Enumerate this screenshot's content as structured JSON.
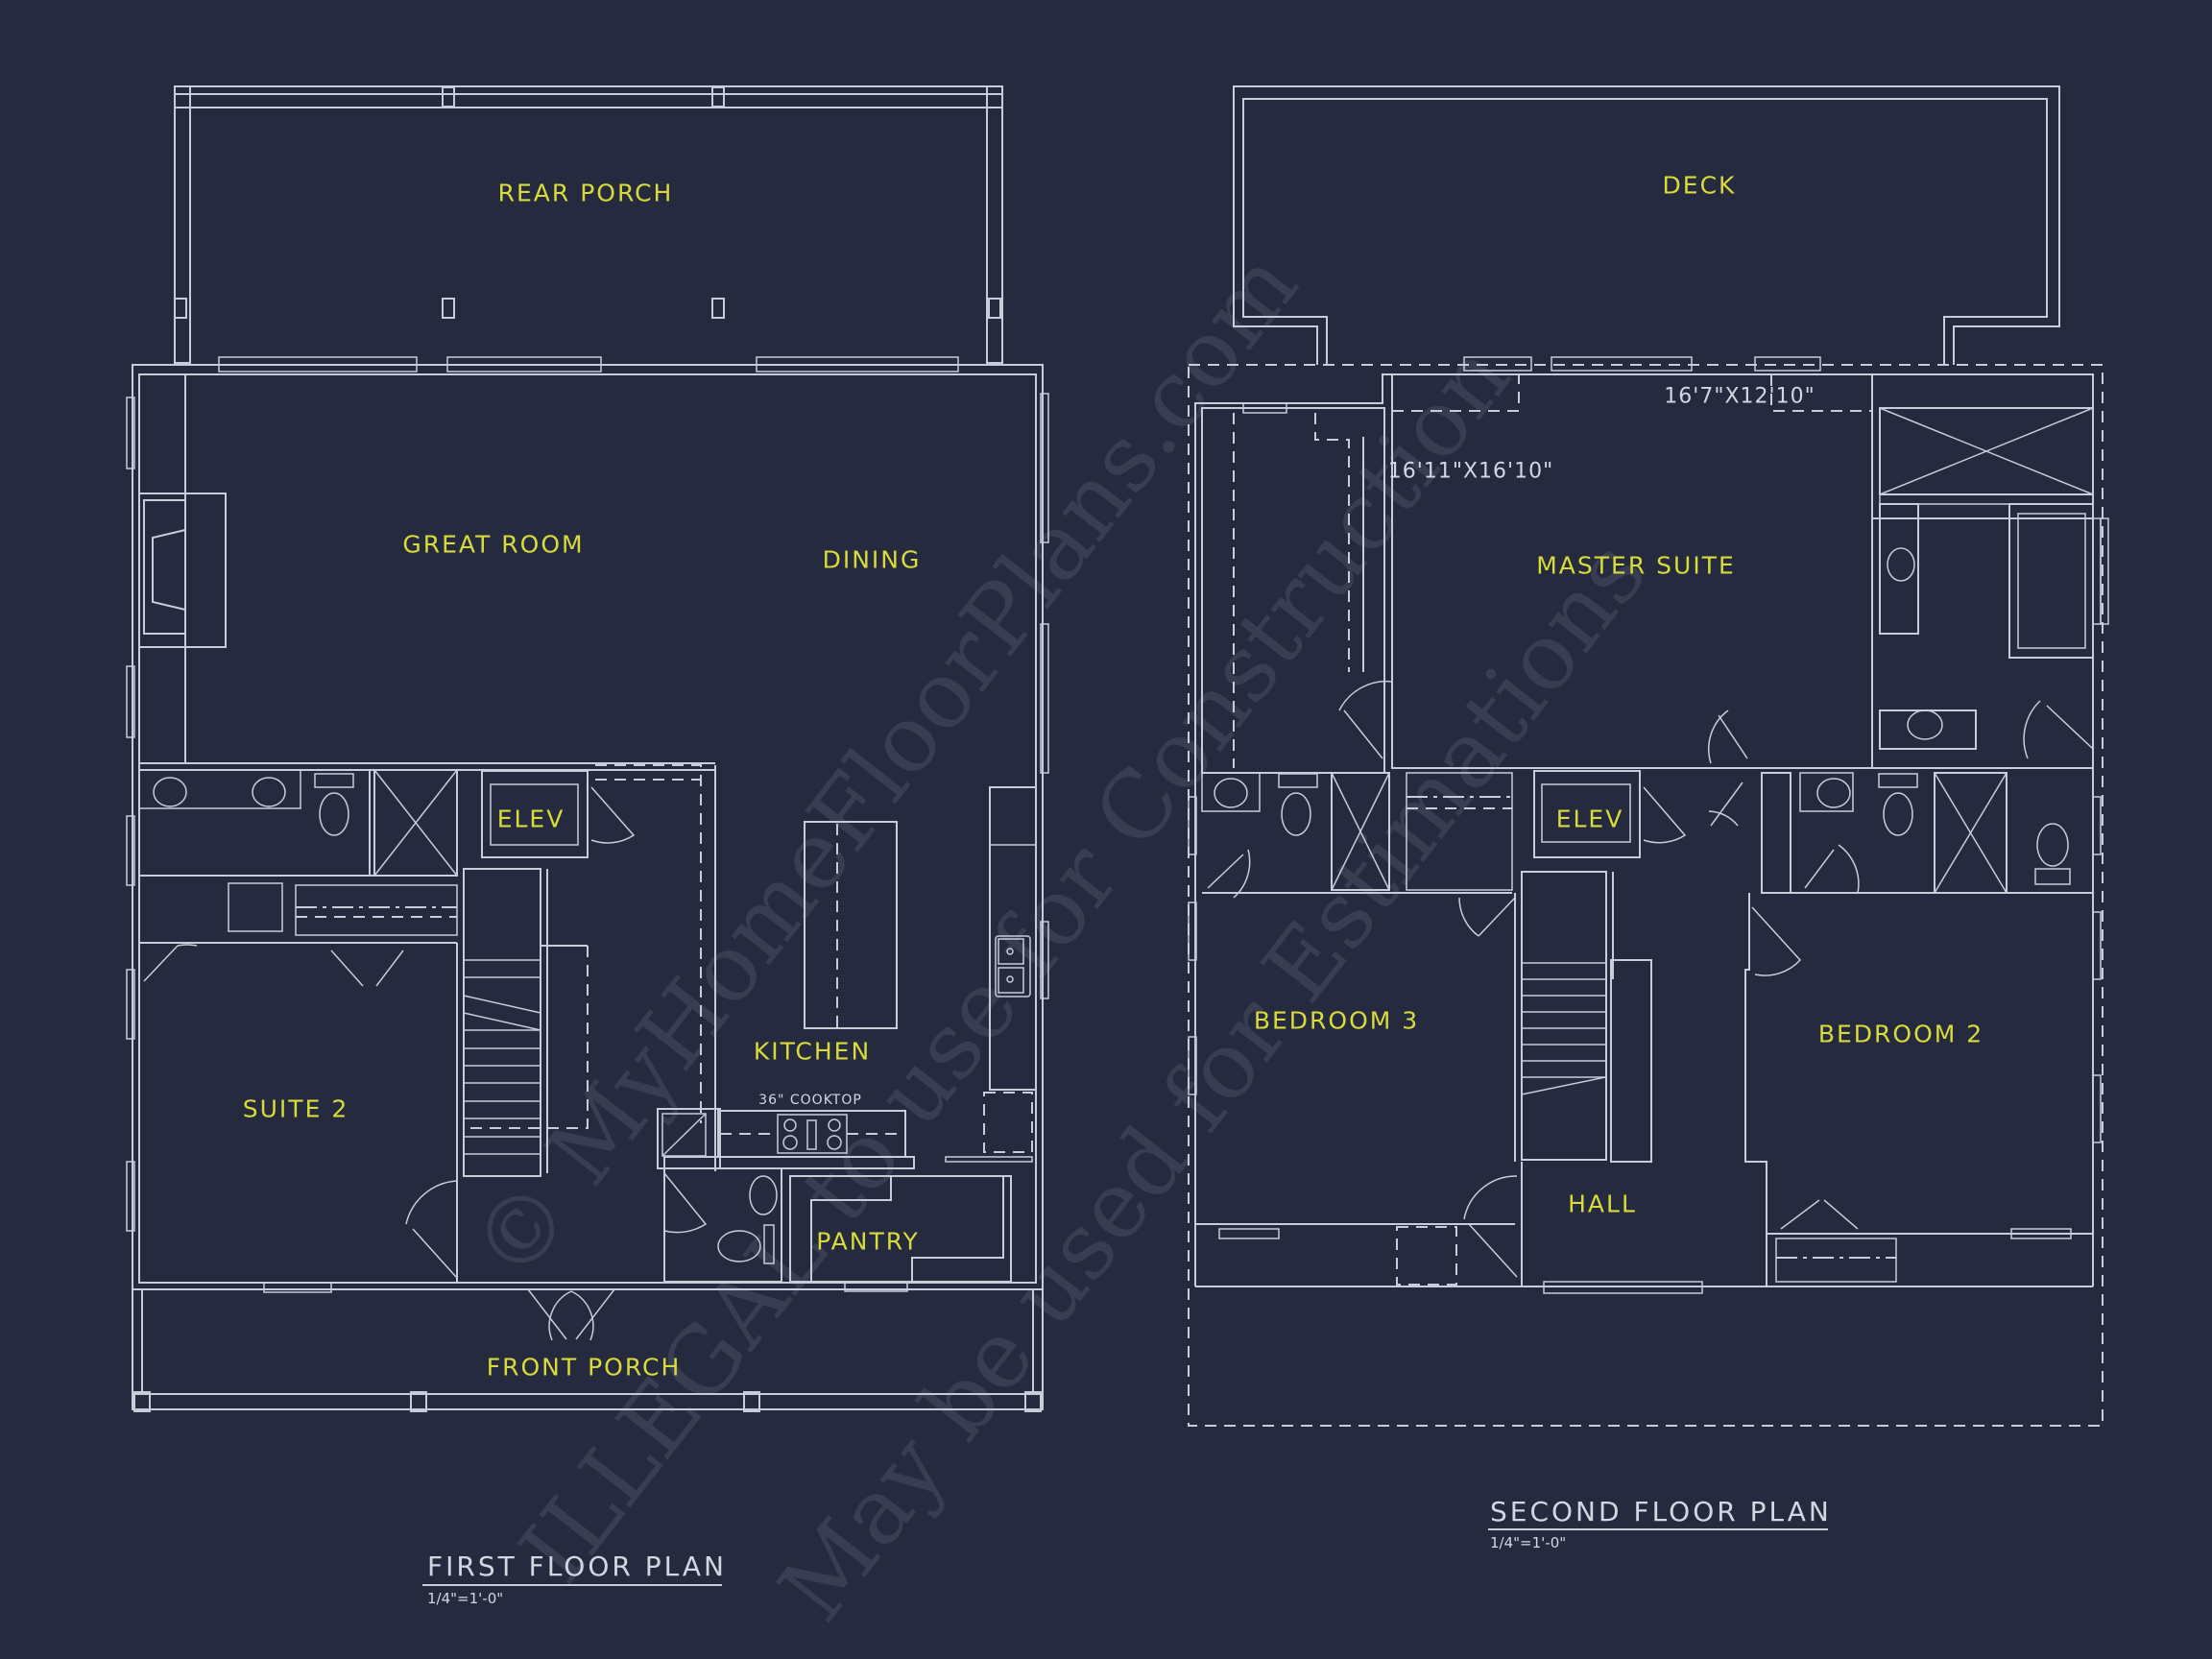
{
  "colors": {
    "background": "#252a3e",
    "linework": "#c9cdd9",
    "room_label": "#d8db3a",
    "annotation": "#d4d7e2"
  },
  "first_floor": {
    "title": "FIRST FLOOR PLAN",
    "scale": "1/4\"=1'-0\"",
    "rooms": {
      "rear_porch": "REAR PORCH",
      "great_room": "GREAT ROOM",
      "dining": "DINING",
      "elev": "ELEV",
      "kitchen": "KITCHEN",
      "suite_2": "SUITE 2",
      "pantry": "PANTRY",
      "front_porch": "FRONT PORCH"
    },
    "annotations": {
      "cooktop": "36\" COOKTOP"
    }
  },
  "second_floor": {
    "title": "SECOND FLOOR PLAN",
    "scale": "1/4\"=1'-0\"",
    "rooms": {
      "deck": "DECK",
      "master_suite": "MASTER SUITE",
      "elev": "ELEV",
      "bedroom_3": "BEDROOM 3",
      "bedroom_2": "BEDROOM 2",
      "hall": "HALL"
    },
    "dimensions": {
      "master_suite": "16'11\"X16'10\"",
      "master_closet": "16'7\"X12'10\""
    }
  },
  "watermark": {
    "line1": "© MyHomeFloorPlans.com",
    "line2": "ILLEGAL to use for Construction",
    "line3": "May be used for Estimations"
  }
}
